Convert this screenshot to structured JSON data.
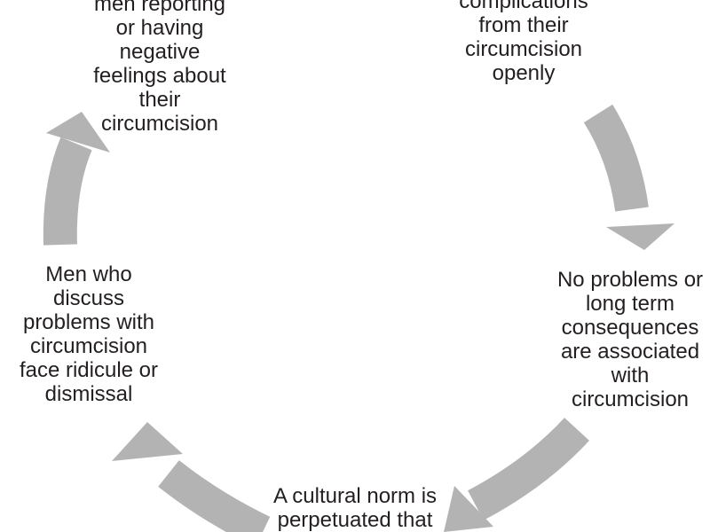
{
  "colors": {
    "arrow": "#b3b3b3",
    "text": "#231f20",
    "background": "#ffffff"
  },
  "nodes": {
    "top_left": {
      "lines": [
        "men reporting",
        "or having",
        "negative",
        "feelings about",
        "their",
        "circumcision"
      ]
    },
    "top_right": {
      "lines": [
        "complications",
        "from their",
        "circumcision",
        "openly"
      ]
    },
    "right": {
      "lines": [
        "No problems or",
        "long term",
        "consequences",
        "are associated",
        "with",
        "circumcision"
      ]
    },
    "bottom": {
      "lines": [
        "A cultural norm is",
        "perpetuated that"
      ]
    },
    "left": {
      "lines": [
        "Men who",
        "discuss",
        "problems with",
        "circumcision",
        "face ridicule or",
        "dismissal"
      ]
    }
  }
}
